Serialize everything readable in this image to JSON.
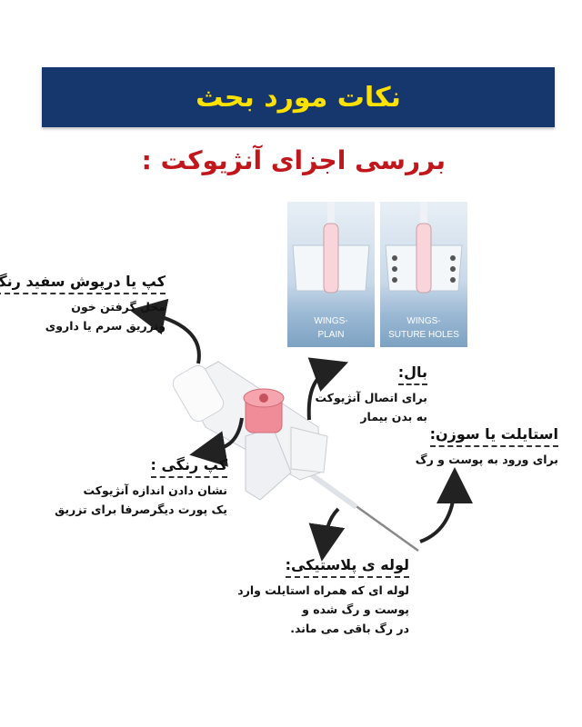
{
  "header": {
    "title": "نکات مورد بحث"
  },
  "subtitle": "بررسی اجزای آنژیوکت :",
  "photos": [
    {
      "line1": "WINGS-",
      "line2": "PLAIN"
    },
    {
      "line1": "WINGS-",
      "line2": "SUTURE HOLES"
    }
  ],
  "labels": {
    "cap_white": {
      "title": "کپ یا درپوش سفید رنگ:",
      "line1": "محل گرفتن خون",
      "line2": "وتزریق سرم یا داروی"
    },
    "wing": {
      "title": "بال:",
      "line1": "برای اتصال آنژیوکت",
      "line2": "به بدن بیمار"
    },
    "stylet": {
      "title": "استایلت یا سوزن:",
      "line1": "برای ورود به پوست و رگ"
    },
    "color_cap": {
      "title": "کپ رنگی :",
      "line1": "نشان دادن اندازه آنژیوکت",
      "line2": "یک پورت دیگرصرفا برای تزریق"
    },
    "plastic_tube": {
      "title": "لوله ی پلاستیکی:",
      "line1": "لوله ای که همراه استایلت وارد",
      "line2": "پوست و رگ شده و",
      "line3": "در رگ باقی می ماند."
    }
  },
  "colors": {
    "banner_bg": "#16366e",
    "banner_text": "#ffe100",
    "subtitle": "#c0161c",
    "cap_pink": "#f08c98"
  }
}
